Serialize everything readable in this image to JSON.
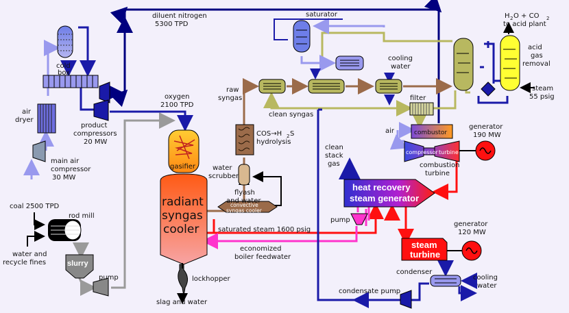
{
  "labels": {
    "diluent_nitrogen": "diluent nitrogen",
    "diluent_tpd": "5300 TPD",
    "cold_box": [
      "cold",
      "box"
    ],
    "air_dryer": [
      "air",
      "dryer"
    ],
    "main_air_compressor": [
      "main air",
      "compressor",
      "30 MW"
    ],
    "product_compressors": [
      "product",
      "compressors",
      "20 MW"
    ],
    "oxygen": [
      "oxygen",
      "2100 TPD"
    ],
    "coal": "coal 2500 TPD",
    "rod_mill": "rod mill",
    "water_recycle": [
      "water and",
      "recycle fines"
    ],
    "slurry": "slurry",
    "pump": "pump",
    "gasifier": "gasifier",
    "radiant": [
      "radiant",
      "syngas",
      "cooler"
    ],
    "lockhopper": "lockhopper",
    "slag": "slag and water",
    "raw_syngas": [
      "raw",
      "syngas"
    ],
    "clean_syngas": "clean syngas",
    "cos_hydrolysis": [
      "COS→H",
      "2",
      "S",
      "hydrolysis"
    ],
    "water_scrubber": [
      "water",
      "scrubber"
    ],
    "flyash": [
      "flyash",
      "and water"
    ],
    "convective": [
      "convective",
      "syngas cooler"
    ],
    "saturated_steam": "saturated steam 1600 psig",
    "economized": [
      "economized",
      "boiler feedwater"
    ],
    "saturator": "saturator",
    "cooling_water_top": [
      "cooling",
      "water"
    ],
    "filter": "filter",
    "h2o_co2": [
      "H",
      "2",
      "O + CO",
      "2"
    ],
    "to_acid_plant": "to acid plant",
    "acid_gas_removal": [
      "acid",
      "gas",
      "removal"
    ],
    "steam_55": [
      "steam",
      "55 psig"
    ],
    "air": "air",
    "combustor": "combustor",
    "compressor": "compressor",
    "turbine": "turbine",
    "combustion_turbine": [
      "combustion",
      "turbine"
    ],
    "generator_190": [
      "generator",
      "190 MW"
    ],
    "clean_stack_gas": [
      "clean",
      "stack",
      "gas"
    ],
    "hrsg": [
      "heat recovery",
      "steam generator"
    ],
    "pump_hrsg": "pump",
    "steam_turbine": [
      "steam",
      "turbine"
    ],
    "generator_120": [
      "generator",
      "120 MW"
    ],
    "condenser": "condenser",
    "cooling_water_bottom": [
      "cooling",
      "water"
    ],
    "condensate_pump": "condensate pump"
  },
  "colors": {
    "nitrogen_line": "#00007f",
    "air_line": "#0033cc",
    "oxygen_line": "#1f5fd6",
    "gray_line": "#9a9a9a",
    "syngas_line": "#9b6b4a",
    "clean_syngas_line": "#b8b860",
    "steam_red": "#ff1010",
    "feedwater_magenta": "#ff33cc",
    "light_blue": "#9999ee",
    "dark_blue": "#1a1aa8"
  }
}
